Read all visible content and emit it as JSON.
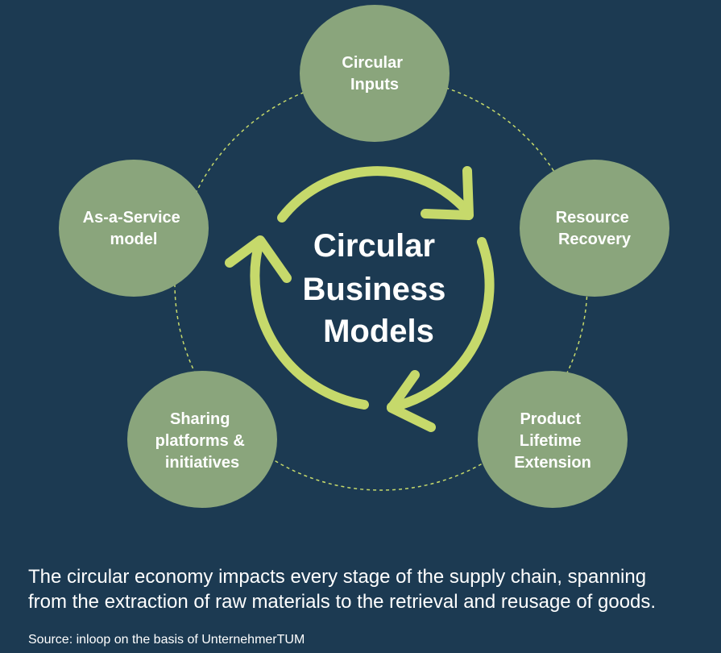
{
  "colors": {
    "background": "#1c3a52",
    "node_fill": "#8aa57c",
    "arrow": "#c6d96b",
    "dashed_ring": "#c6d96b",
    "text": "#ffffff"
  },
  "center": {
    "line1": "Circular",
    "line2": "Business",
    "line3": "Models"
  },
  "nodes": [
    {
      "id": "circular-inputs",
      "lines": [
        "Circular",
        "Inputs"
      ]
    },
    {
      "id": "resource-recovery",
      "lines": [
        "Resource",
        "Recovery"
      ]
    },
    {
      "id": "product-lifetime-extension",
      "lines": [
        "Product",
        "Lifetime",
        "Extension"
      ]
    },
    {
      "id": "sharing-platforms",
      "lines": [
        "Sharing",
        "platforms &",
        "initiatives"
      ]
    },
    {
      "id": "as-a-service",
      "lines": [
        "As-a-Service",
        "model"
      ]
    }
  ],
  "caption": {
    "line1": "The circular economy impacts every stage of the supply chain, spanning",
    "line2": "from the extraction of raw materials to the retrieval and reusage of goods."
  },
  "source": "Source: inloop on the basis of UnternehmerTUM"
}
